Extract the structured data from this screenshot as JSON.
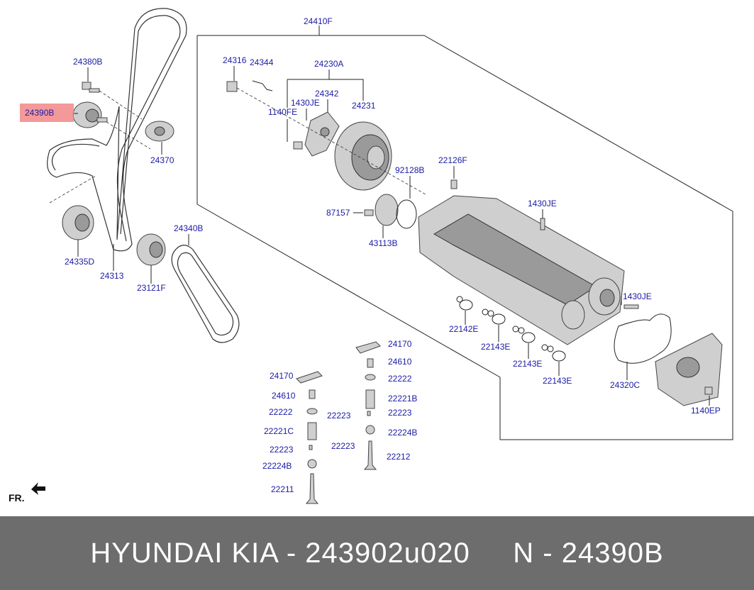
{
  "labels": {
    "p24410F": "24410F",
    "p24380B": "24380B",
    "p24390B": "24390B",
    "p24370": "24370",
    "p24335D": "24335D",
    "p24313": "24313",
    "p24340B": "24340B",
    "p23121F": "23121F",
    "p24316": "24316",
    "p24344": "24344",
    "p24230A": "24230A",
    "p24342": "24342",
    "p1430JE_a": "1430JE",
    "p1140FE": "1140FE",
    "p24231": "24231",
    "p22126F": "22126F",
    "p92128B": "92128B",
    "p87157": "87157",
    "p43113B": "43113B",
    "p1430JE_b": "1430JE",
    "p1430JE_c": "1430JE",
    "p22142E": "22142E",
    "p22143E_a": "22143E",
    "p22143E_b": "22143E",
    "p22143E_c": "22143E",
    "p24320C": "24320C",
    "p1140EP": "1140EP",
    "p24170_a": "24170",
    "p24610_a": "24610",
    "p22222_a": "22222",
    "p22221B": "22221B",
    "p22223_a": "22223",
    "p22223_b": "22223",
    "p22224B_a": "22224B",
    "p22212": "22212",
    "p24170_b": "24170",
    "p24610_b": "24610",
    "p22222_b": "22222",
    "p22221C": "22221C",
    "p22223_c": "22223",
    "p22223_d": "22223",
    "p22224B_b": "22224B",
    "p22211": "22211",
    "fr": "FR."
  },
  "highlight": {
    "part": "24390B",
    "color": "#f08080"
  },
  "footer": {
    "text": "HYUNDAI KIA - 243902u020     N - 24390B",
    "background": "#6d6d6d",
    "color": "#ffffff"
  }
}
